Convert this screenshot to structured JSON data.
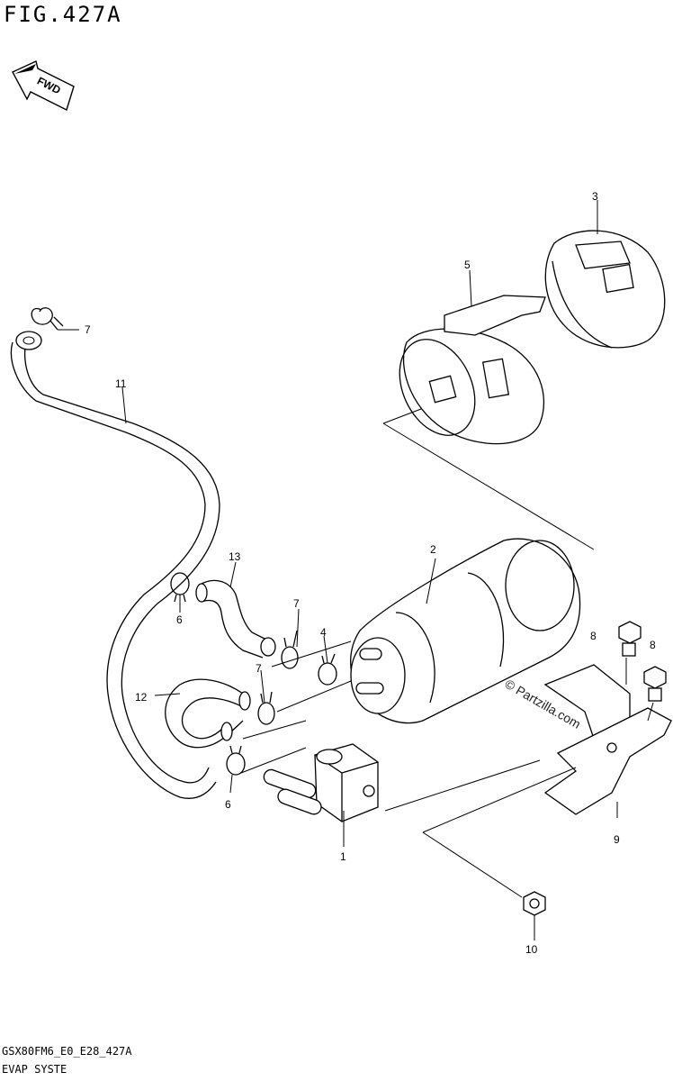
{
  "figure": {
    "title": "FIG.427A",
    "fwd_label": "FWD",
    "footer_code": "GSX80FM6_E0_E28_427A",
    "footer_name": "EVAP SYSTE",
    "watermark": "© Partzilla.com"
  },
  "callouts": [
    {
      "id": "c1",
      "label": "1"
    },
    {
      "id": "c2",
      "label": "2"
    },
    {
      "id": "c3",
      "label": "3"
    },
    {
      "id": "c4",
      "label": "4"
    },
    {
      "id": "c5",
      "label": "5"
    },
    {
      "id": "c6a",
      "label": "6"
    },
    {
      "id": "c6b",
      "label": "6"
    },
    {
      "id": "c7a",
      "label": "7"
    },
    {
      "id": "c7b",
      "label": "7"
    },
    {
      "id": "c7c",
      "label": "7"
    },
    {
      "id": "c8a",
      "label": "8"
    },
    {
      "id": "c8b",
      "label": "8"
    },
    {
      "id": "c9",
      "label": "9"
    },
    {
      "id": "c10",
      "label": "10"
    },
    {
      "id": "c11",
      "label": "11"
    },
    {
      "id": "c12",
      "label": "12"
    },
    {
      "id": "c13",
      "label": "13"
    }
  ]
}
